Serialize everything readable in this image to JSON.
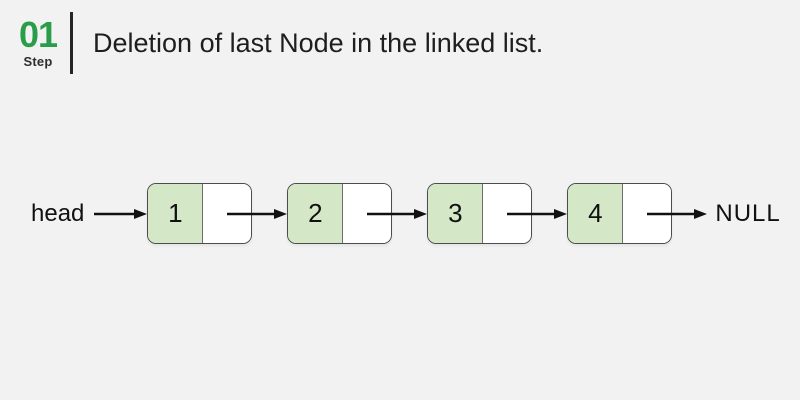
{
  "header": {
    "step_number": "01",
    "step_label": "Step",
    "title": "Deletion of last Node in the linked list."
  },
  "diagram": {
    "head_label": "head",
    "null_label": "NULL",
    "nodes": [
      {
        "value": "1"
      },
      {
        "value": "2"
      },
      {
        "value": "3"
      },
      {
        "value": "4"
      }
    ]
  },
  "colors": {
    "background": "#f2f2f2",
    "accent_green": "#2a9d4b",
    "node_fill": "#d4e7c6",
    "node_border": "#4d4d4d",
    "node_divider": "#6e6e6e",
    "arrow_color": "#111111",
    "text_dark": "#1e1e1e"
  }
}
